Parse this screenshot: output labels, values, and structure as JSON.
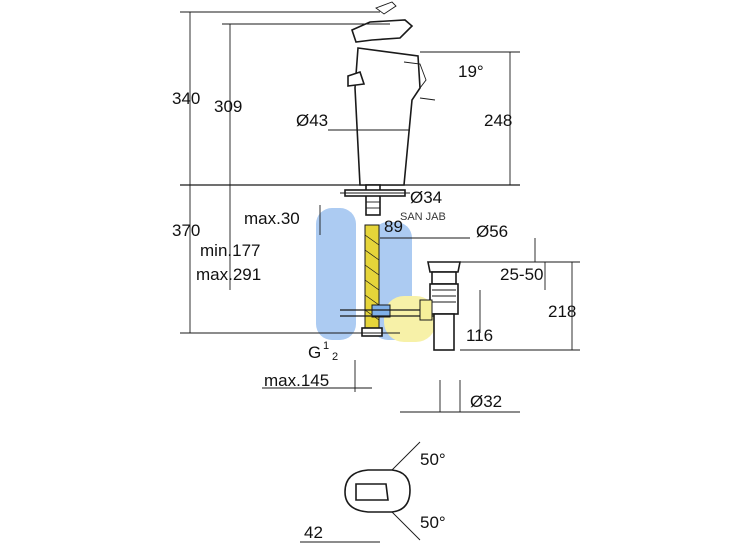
{
  "dimensions": {
    "total_height": "340",
    "spout_height": "309",
    "spout_angle": "19°",
    "outlet_height": "248",
    "body_diameter": "Ø43",
    "hole_diameter": "Ø34",
    "lower_total": "370",
    "max_thickness": "max.30",
    "projection_89": "89",
    "waste_diameter": "Ø56",
    "min_177": "min.177",
    "max_291": "max.291",
    "range_25_50": "25-50",
    "waste_218": "218",
    "waste_116": "116",
    "thread": "G",
    "thread_num": "1",
    "thread_den": "2",
    "max_145": "max.145",
    "trap_diameter": "Ø32",
    "lever_angle_top": "50°",
    "lever_angle_bottom": "50°",
    "lever_offset": "42"
  },
  "colors": {
    "watermark_blue": "#9ec3f0",
    "watermark_yellow": "#f6ef9a",
    "hose_yellow": "#e6d53a",
    "line": "#1a1a1a"
  },
  "watermark_text": "SAN JAB"
}
